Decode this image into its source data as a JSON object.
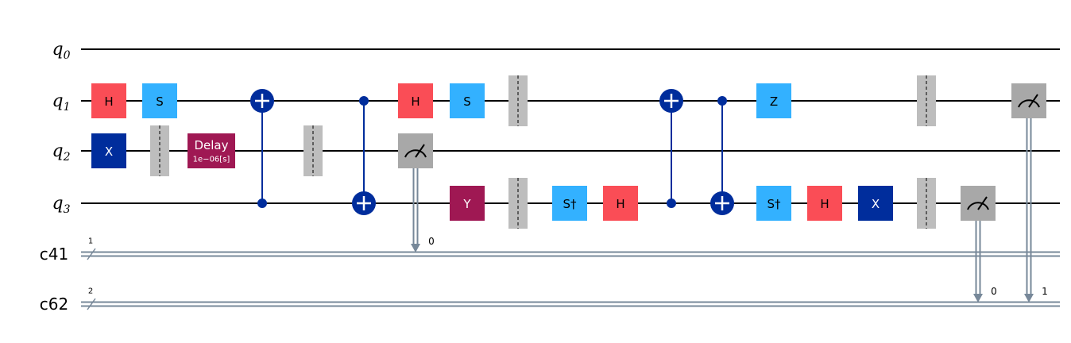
{
  "colors": {
    "h": "#fa4d56",
    "s": "#33b1ff",
    "pauli": "#002d9c",
    "y": "#9f1853",
    "z": "#33b1ff",
    "delay": "#9f1853",
    "barrier": "#bdbdbd",
    "measure": "#a8a8a8",
    "classical": "#778899",
    "wire": "#000000"
  },
  "qubits": [
    {
      "base": "q",
      "sub": "0"
    },
    {
      "base": "q",
      "sub": "1"
    },
    {
      "base": "q",
      "sub": "2"
    },
    {
      "base": "q",
      "sub": "3"
    }
  ],
  "cregs": [
    {
      "name": "c41",
      "size": "1"
    },
    {
      "name": "c62",
      "size": "2"
    }
  ],
  "gates": [
    {
      "type": "box",
      "label": "H",
      "qubit": 1,
      "col": 0,
      "color": "h",
      "text": "#000"
    },
    {
      "type": "box",
      "label": "X",
      "qubit": 2,
      "col": 0,
      "color": "pauli",
      "text": "#fff"
    },
    {
      "type": "box",
      "label": "S",
      "qubit": 1,
      "col": 1,
      "color": "s",
      "text": "#000"
    },
    {
      "type": "barrier",
      "qubits": [
        2
      ],
      "col": 1
    },
    {
      "type": "delay",
      "label": "Delay",
      "sub": "1e−06[s]",
      "qubit": 2,
      "col": 2
    },
    {
      "type": "cx",
      "control": 3,
      "target": 1,
      "col": 3
    },
    {
      "type": "barrier",
      "qubits": [
        2
      ],
      "col": 4
    },
    {
      "type": "cx",
      "control": 1,
      "target": 3,
      "col": 5
    },
    {
      "type": "box",
      "label": "H",
      "qubit": 1,
      "col": 6,
      "color": "h",
      "text": "#000"
    },
    {
      "type": "measure",
      "qubit": 2,
      "col": 6,
      "creg": 0,
      "bit": "0"
    },
    {
      "type": "box",
      "label": "Y",
      "qubit": 3,
      "col": 7,
      "color": "y",
      "text": "#fff"
    },
    {
      "type": "box",
      "label": "S",
      "qubit": 1,
      "col": 7,
      "color": "s",
      "text": "#000"
    },
    {
      "type": "barrier",
      "qubits": [
        1,
        3
      ],
      "col": 8
    },
    {
      "type": "box",
      "label": "S†",
      "qubit": 3,
      "col": 9,
      "color": "s",
      "text": "#000"
    },
    {
      "type": "box",
      "label": "H",
      "qubit": 3,
      "col": 10,
      "color": "h",
      "text": "#000"
    },
    {
      "type": "cx",
      "control": 3,
      "target": 1,
      "col": 11
    },
    {
      "type": "cx",
      "control": 1,
      "target": 3,
      "col": 12
    },
    {
      "type": "box",
      "label": "Z",
      "qubit": 1,
      "col": 13,
      "color": "z",
      "text": "#000"
    },
    {
      "type": "box",
      "label": "S†",
      "qubit": 3,
      "col": 13,
      "color": "s",
      "text": "#000"
    },
    {
      "type": "box",
      "label": "H",
      "qubit": 3,
      "col": 14,
      "color": "h",
      "text": "#000"
    },
    {
      "type": "box",
      "label": "X",
      "qubit": 3,
      "col": 15,
      "color": "pauli",
      "text": "#fff"
    },
    {
      "type": "barrier",
      "qubits": [
        1,
        3
      ],
      "col": 16
    },
    {
      "type": "measure",
      "qubit": 3,
      "col": 17,
      "creg": 1,
      "bit": "0"
    },
    {
      "type": "measure",
      "qubit": 1,
      "col": 18,
      "creg": 1,
      "bit": "1"
    }
  ]
}
